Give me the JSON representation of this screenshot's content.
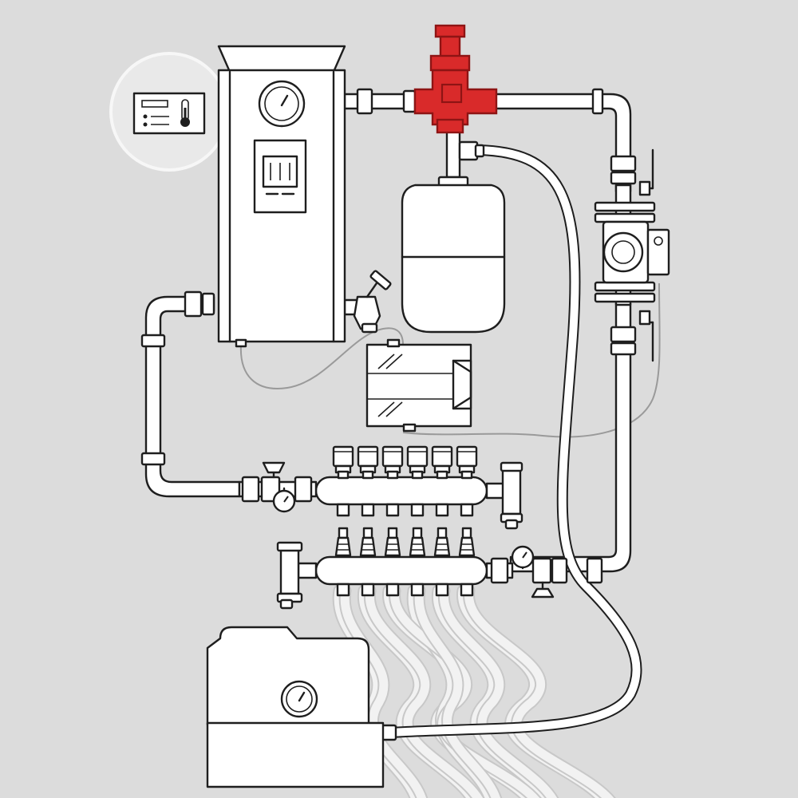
{
  "colors": {
    "background": "#dcdcdc",
    "line": "#1e1e1e",
    "component_fill": "#ffffff",
    "highlight": "#d92a2a",
    "highlight_dark": "#8e1414",
    "wire": "#9a9a9a",
    "floor_pipe": "#f2f2f2"
  },
  "icons": [
    "thermostat-icon",
    "thermometer-icon",
    "pressure-gauge-icon",
    "valve-handle-icon"
  ],
  "manifold": {
    "supply_valve_count": 6,
    "return_valve_count": 6,
    "floor_loop_count": 6
  }
}
